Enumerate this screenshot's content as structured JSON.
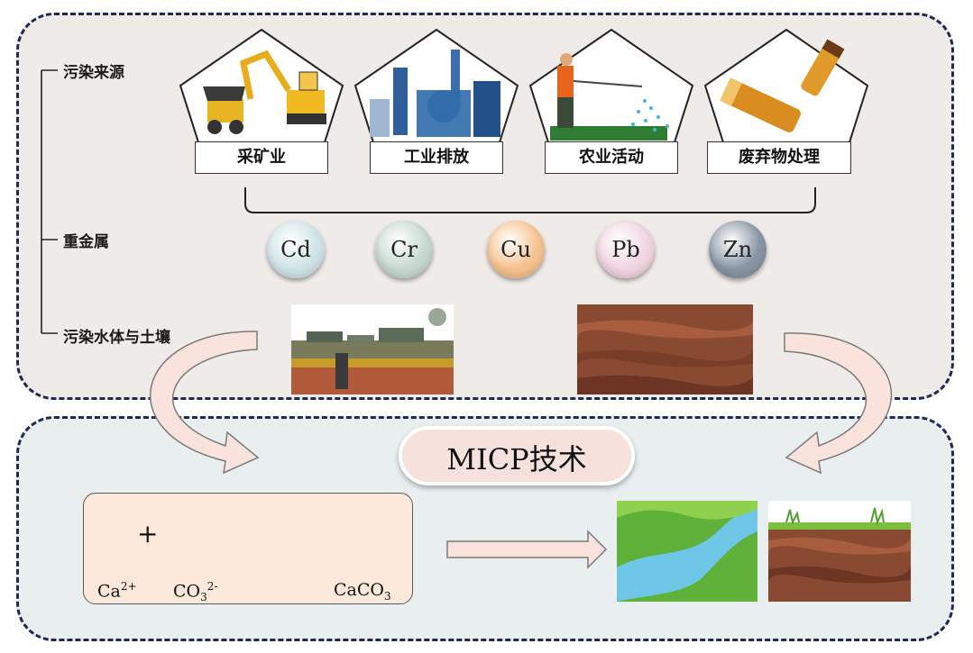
{
  "labels": {
    "pollution_sources": "污染来源",
    "heavy_metals": "重金属",
    "polluted_water_soil": "污染水体与土壤"
  },
  "sources": [
    "采矿业",
    "工业排放",
    "农业活动",
    "废弃物处理"
  ],
  "metals": [
    {
      "symbol": "Cd",
      "color": "#cfe3e6"
    },
    {
      "symbol": "Cr",
      "color": "#c6d9cf"
    },
    {
      "symbol": "Cu",
      "color": "#f6c28f"
    },
    {
      "symbol": "Pb",
      "color": "#f1d4e0"
    },
    {
      "symbol": "Zn",
      "color": "#8895a4"
    }
  ],
  "technology": "MICP技术",
  "reaction": {
    "reactant1_base": "Ca",
    "reactant1_sup": "2+",
    "reactant2_base": "CO",
    "reactant2_sub": "3",
    "reactant2_sup": "2-",
    "product_base": "CaCO",
    "product_sub": "3",
    "plus": "+"
  },
  "colors": {
    "panel_border": "#1f2a52",
    "top_panel_bg": "#efebe9",
    "bottom_panel_bg": "#e9efef",
    "arrow_fill": "#fbe3dd",
    "ca_ion": "#a8d88a",
    "carbonate_c": "#8896b0",
    "carbonate_o": "#d0661f"
  }
}
